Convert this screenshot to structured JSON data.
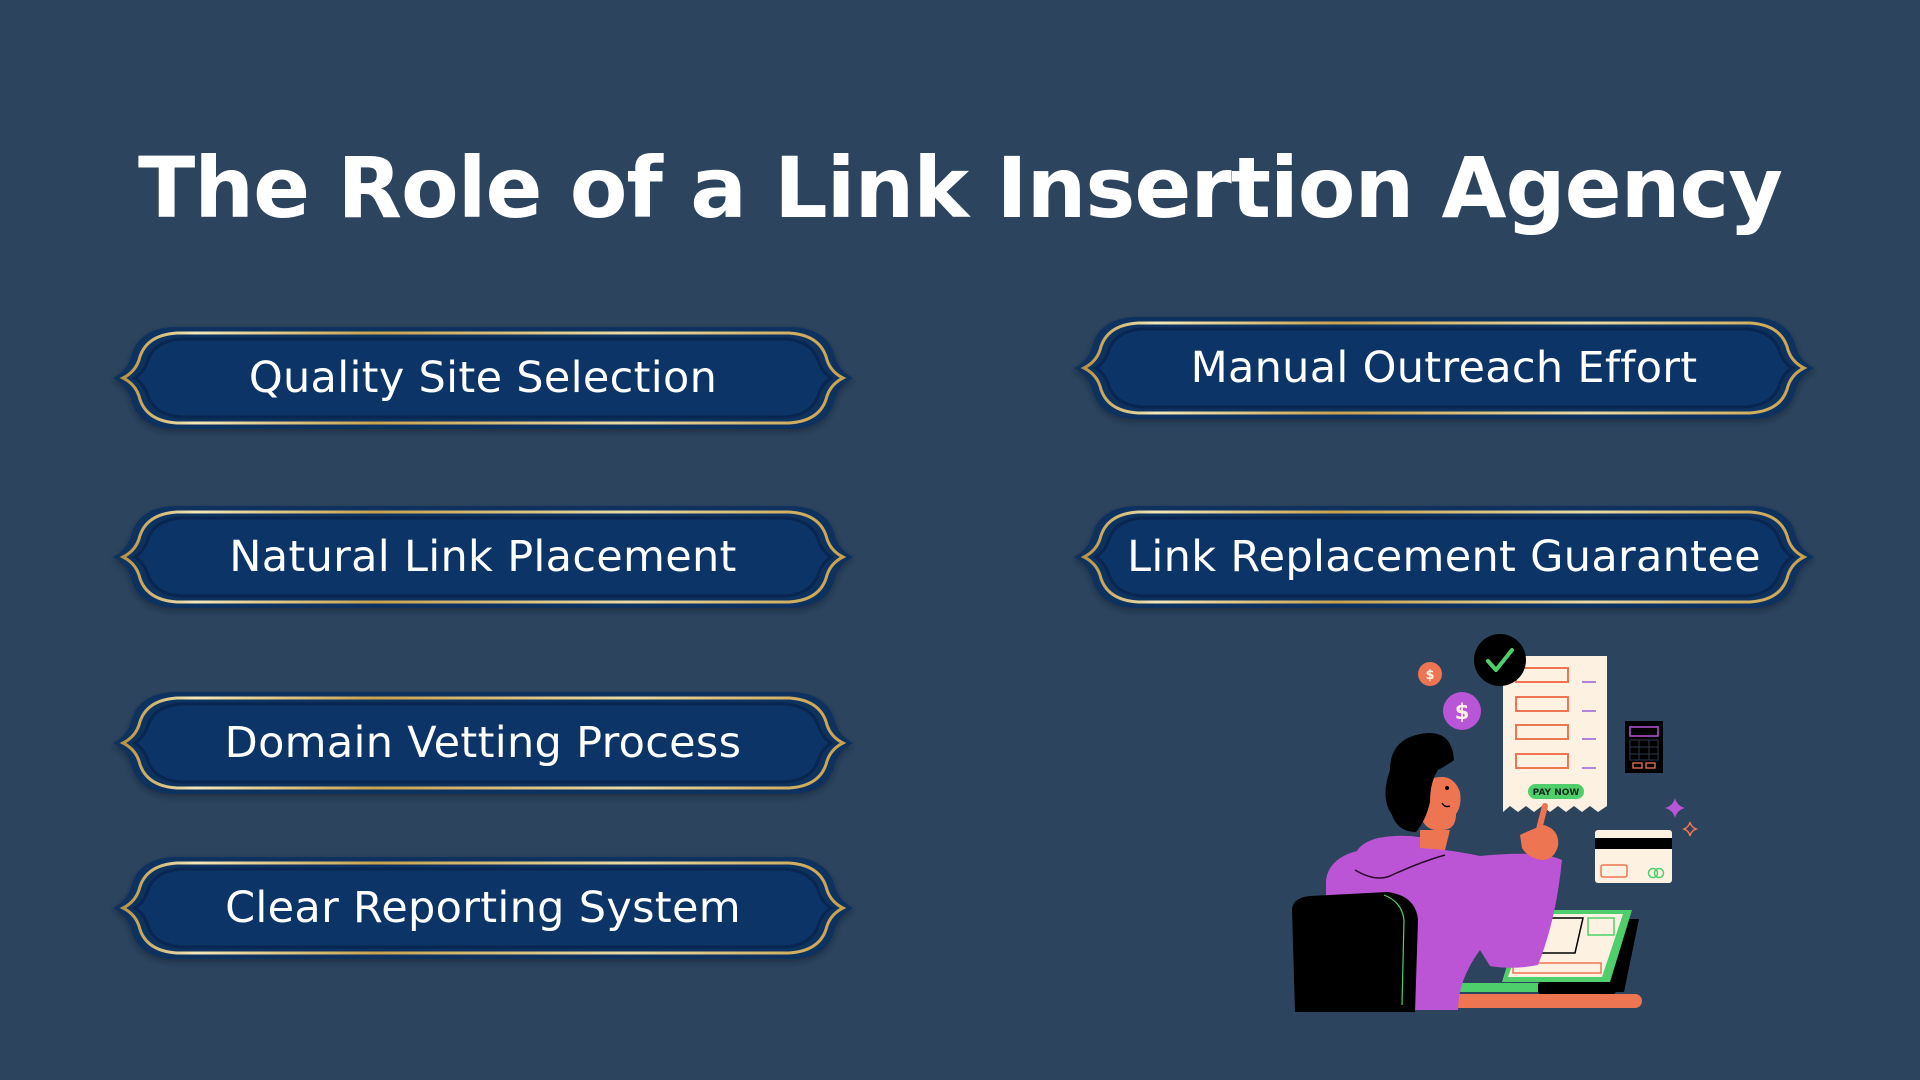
{
  "slide": {
    "title": "The Role of a Link Insertion Agency",
    "colors": {
      "background": "#2c445e",
      "pill_fill": "#0d3466",
      "pill_outer": "#0b3060",
      "gold_border": "#d4b15a",
      "text": "#ffffff"
    }
  },
  "left_column": {
    "items": [
      {
        "label": "Quality Site Selection"
      },
      {
        "label": "Natural Link Placement"
      },
      {
        "label": "Domain Vetting Process"
      },
      {
        "label": "Clear Reporting System"
      }
    ]
  },
  "right_column": {
    "items": [
      {
        "label": "Manual Outreach Effort"
      },
      {
        "label": "Link Replacement Guarantee"
      }
    ]
  },
  "illustration": {
    "description": "person at laptop tapping PAY NOW on a receipt",
    "receipt_button_label": "PAY NOW",
    "coin_symbol": "$",
    "colors": {
      "hoodie": "#bb55d6",
      "skin": "#ee7552",
      "hair": "#000000",
      "receipt": "#fdf1e1",
      "accent_green": "#4fcf6c",
      "accent_orange": "#ee7552",
      "accent_purple": "#b956d8"
    }
  }
}
